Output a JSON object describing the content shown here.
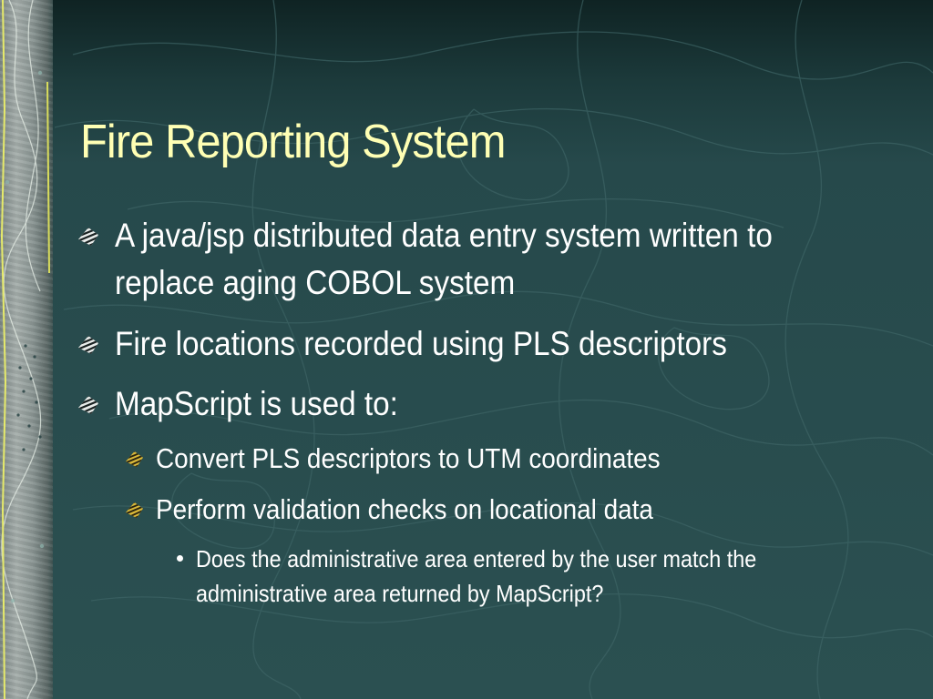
{
  "slide": {
    "title": "Fire Reporting System",
    "bullets": [
      {
        "level": 1,
        "text": "A java/jsp distributed data entry system written to replace aging COBOL system"
      },
      {
        "level": 1,
        "text": "Fire locations recorded using PLS descriptors"
      },
      {
        "level": 1,
        "text": "MapScript is used to:"
      },
      {
        "level": 2,
        "text": "Convert PLS descriptors to UTM coordinates"
      },
      {
        "level": 2,
        "text": "Perform validation checks on locational data"
      },
      {
        "level": 3,
        "text": "Does the administrative area entered by the user match the administrative area returned by MapScript?"
      }
    ]
  },
  "icons": {
    "level1": "striped-diamond-bullet-icon",
    "level2": "striped-diamond-bullet-icon",
    "level3": "dot-bullet-icon"
  },
  "colors": {
    "background": "#26494b",
    "title": "#ffffb4",
    "body_text": "#ffffff",
    "bullet_level2": "#d8b83a"
  }
}
